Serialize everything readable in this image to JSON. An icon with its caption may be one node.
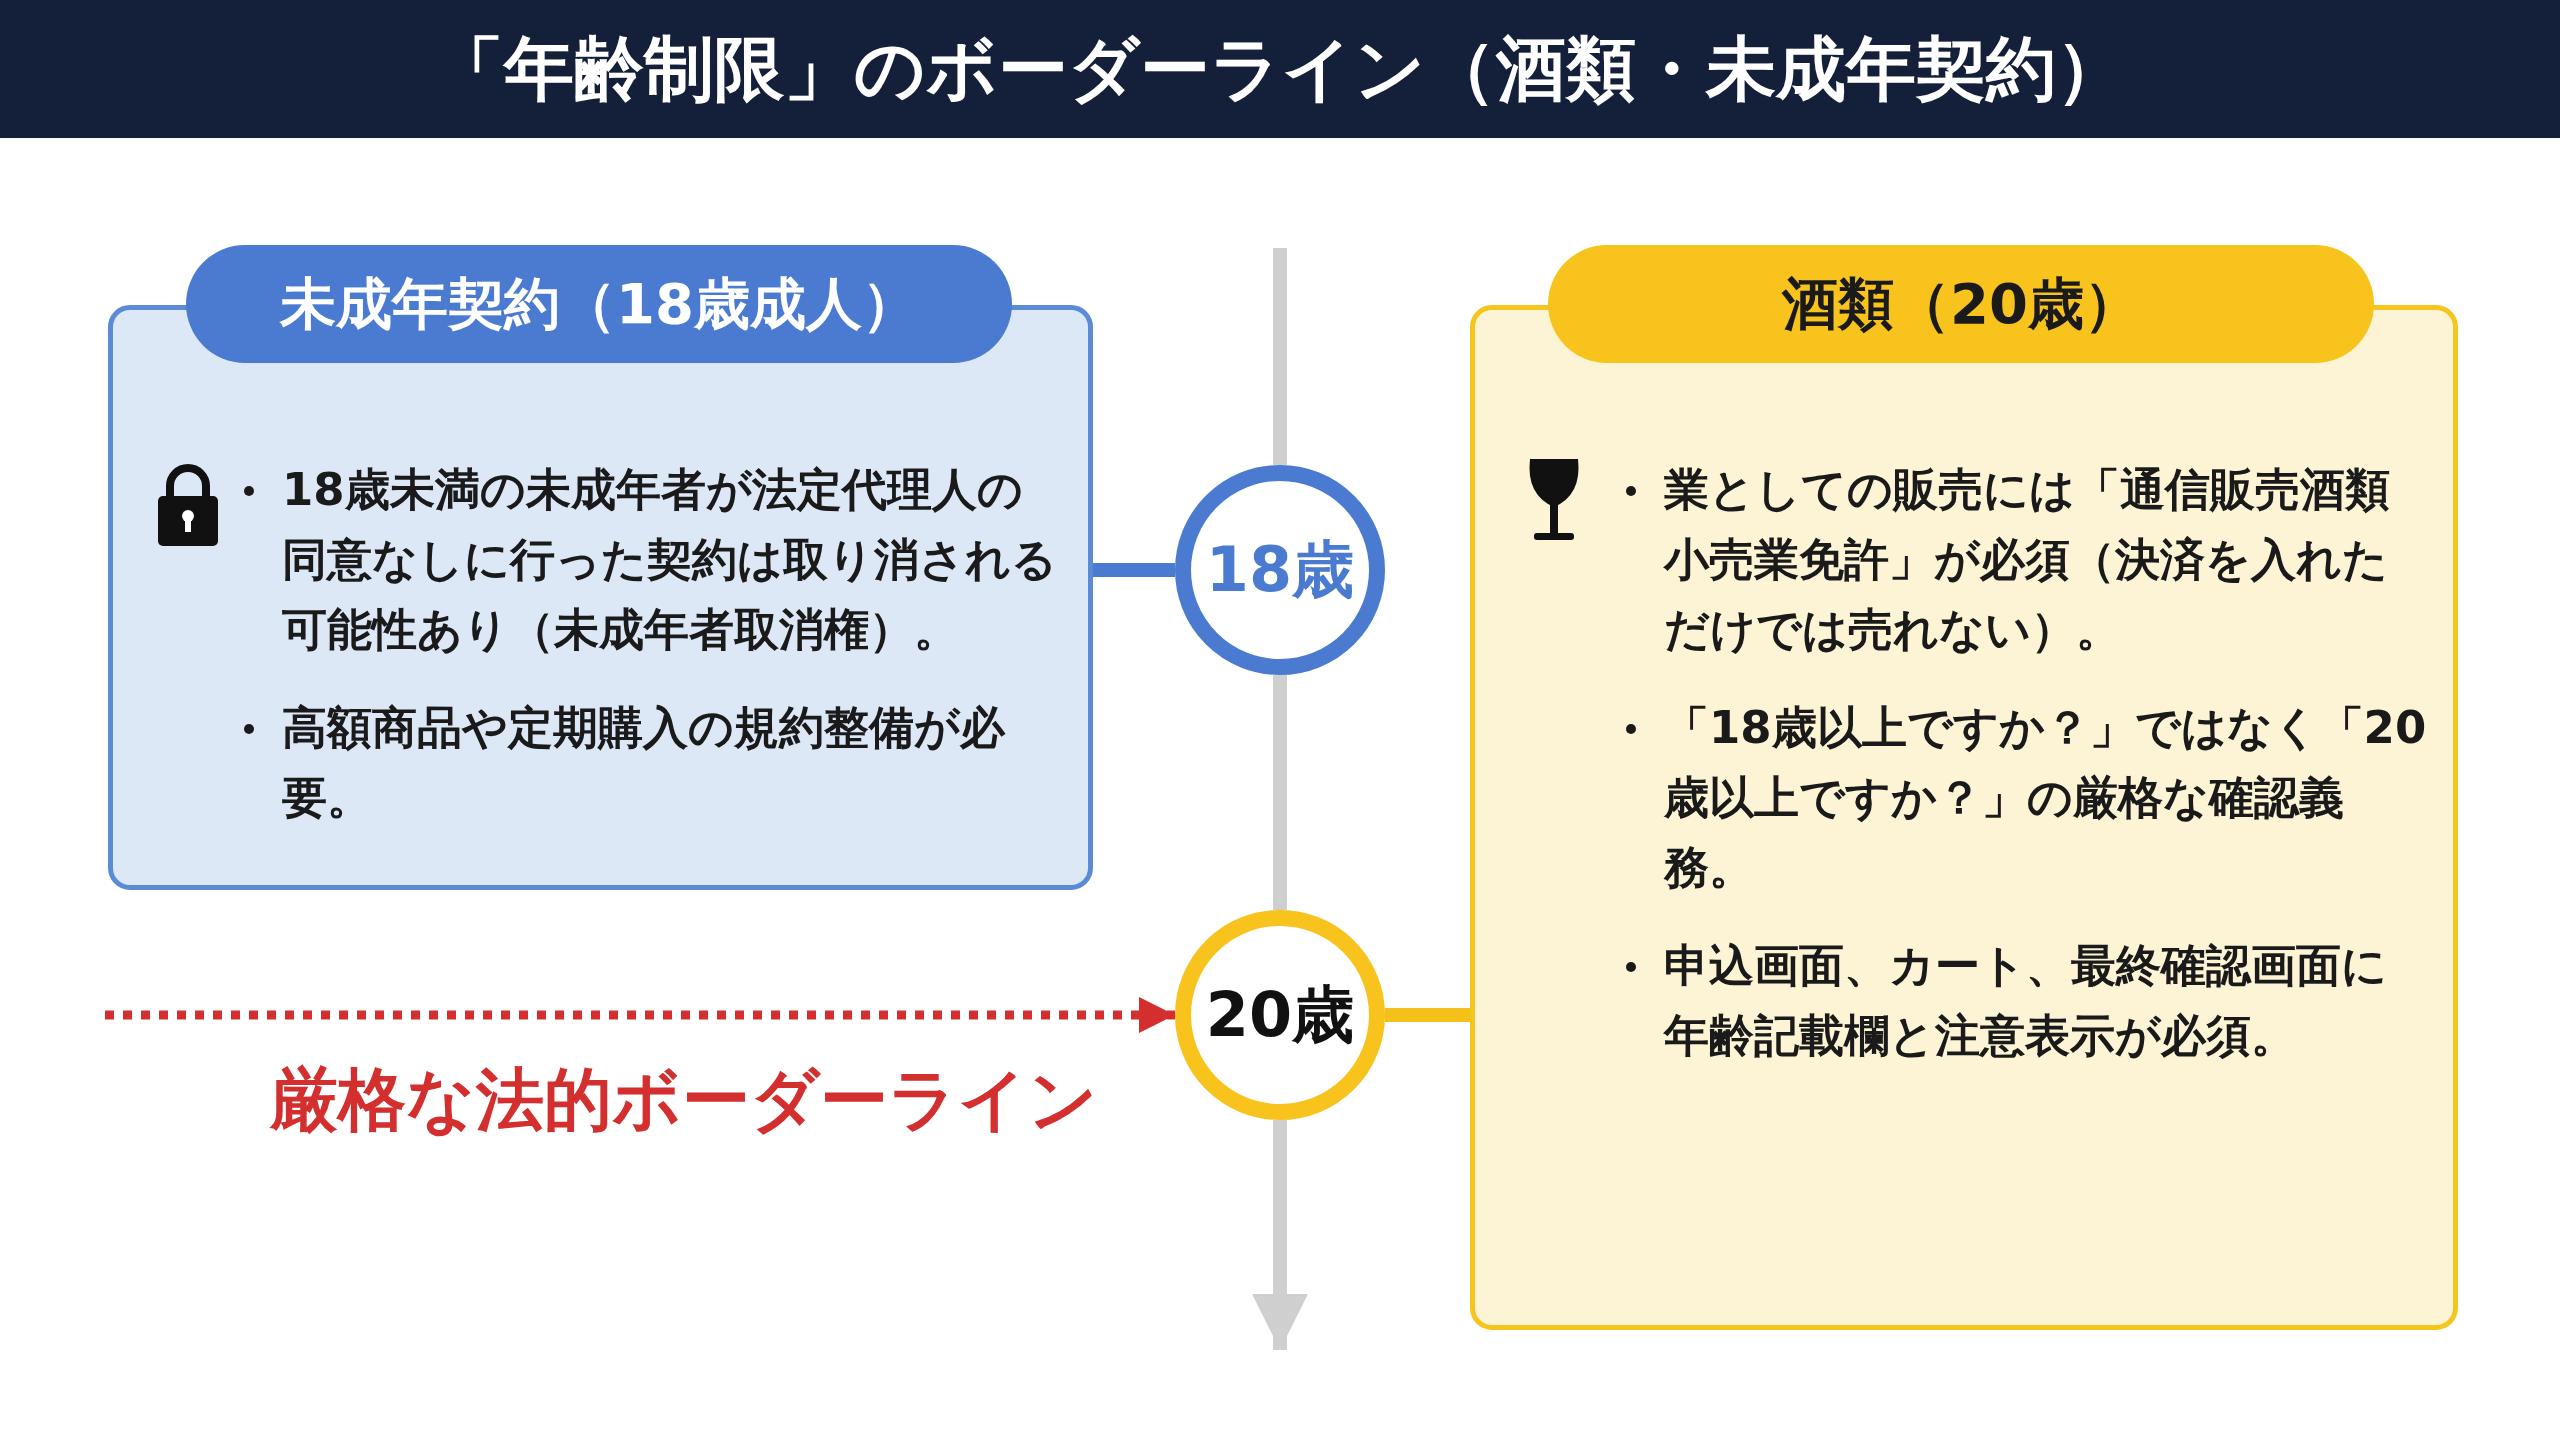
{
  "diagram": {
    "title": "「年齢制限」のボーダーライン（酒類・未成年契約）",
    "nodes": [
      {
        "text": [
          "未成年契約（18歳成人）",
          "18歳未満の未成年者が法定代理人の同意なしに行った契約は取り消される可能性あり（未成年者取消権）。",
          "高額商品や定期購入の規約整備が必要。"
        ]
      },
      {
        "text": [
          "酒類（20歳）",
          "業としての販売には「通信販売酒類小売業免許」が必須（決済を入れただけでは売れない）。",
          "「18歳以上ですか？」ではなく「20歳以上ですか？」の厳格な確認義務。",
          "申込画面、カート、最終確認画面に年齢記載欄と注意表示が必須。"
        ]
      },
      {
        "text": [
          "18歳"
        ]
      },
      {
        "text": [
          "20歳"
        ]
      }
    ],
    "edges": [
      {
        "from": 0,
        "to": 2,
        "arrow": "none",
        "color": "#4a7bd0"
      },
      {
        "from": 3,
        "to": 1,
        "arrow": "none",
        "color": "#f5c01a"
      },
      {
        "from": null,
        "to": 3,
        "arrow": "to",
        "label": "厳格な法的ボーダーライン",
        "style": "dashed",
        "color": "#d32f2f"
      },
      {
        "from": null,
        "to": 2,
        "arrow": "none",
        "color": "#cfcfcf"
      },
      {
        "from": 2,
        "to": 3,
        "arrow": "none",
        "color": "#cfcfcf"
      },
      {
        "from": 3,
        "to": null,
        "arrow": "to",
        "color": "#cfcfcf"
      }
    ]
  }
}
